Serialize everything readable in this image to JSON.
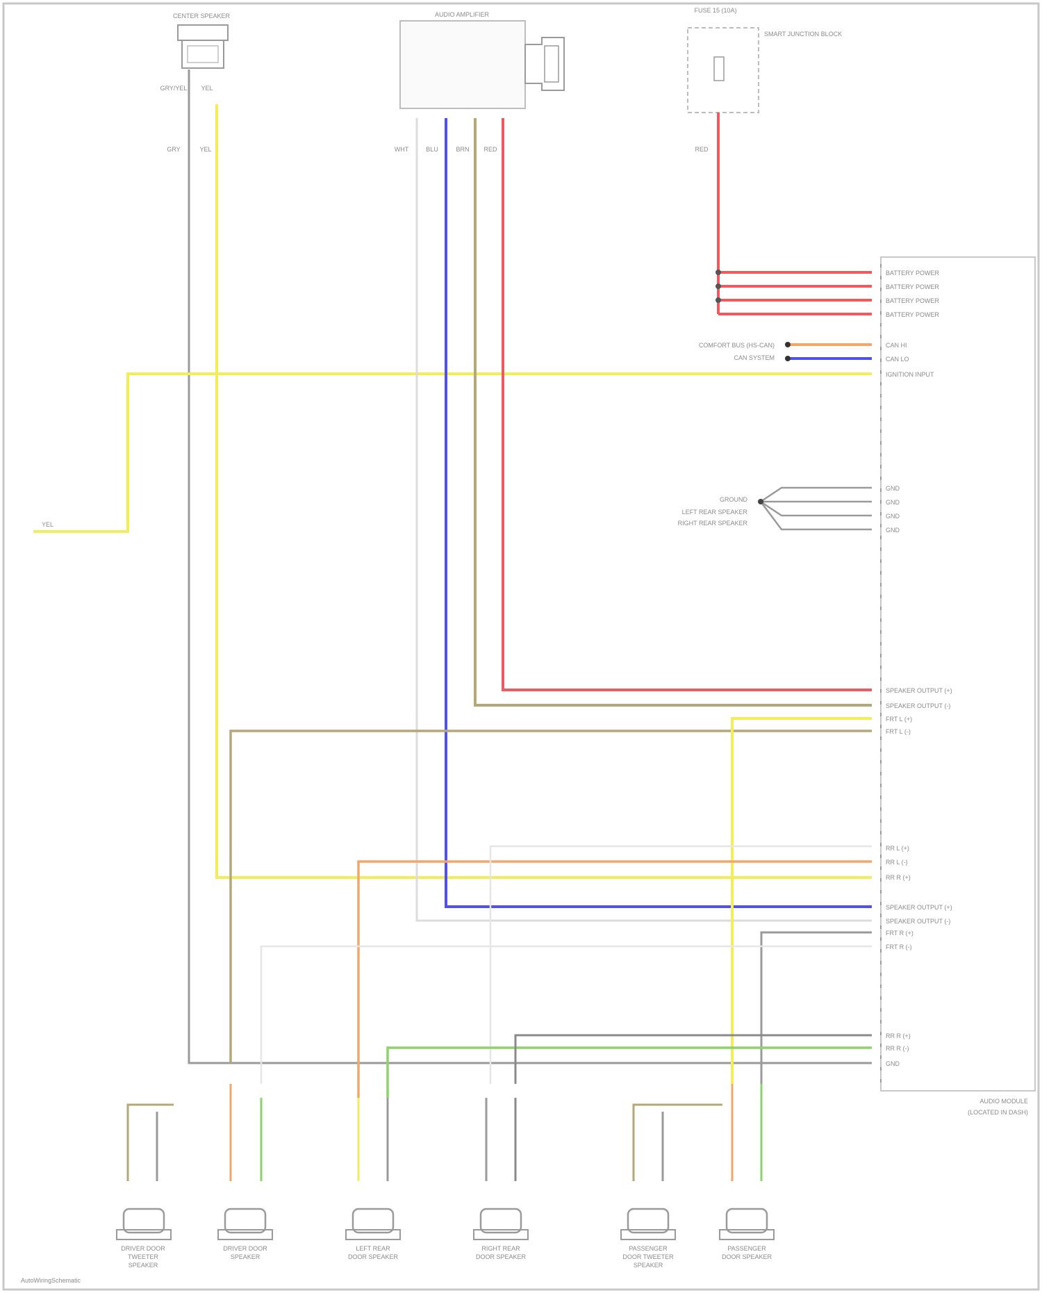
{
  "colors": {
    "frame": "#c8c8c8",
    "white_wire": "#dcdcdc",
    "gray_wire": "#9a9a9a",
    "yellow_wire": "#f2ee5a",
    "red_wire": "#ee5a60",
    "blue_wire": "#5050ee",
    "brown_wire": "#b4a878",
    "orange_wire": "#f4a66a",
    "green_wire": "#8ed26e",
    "text": "#8a8a8a"
  },
  "components": {
    "left_speaker_top": "CENTER SPEAKER",
    "amplifier": "AUDIO AMPLIFIER",
    "fuse_block": "FUSE 15 (10A)",
    "junction_block_note": "SMART JUNCTION BLOCK",
    "module": "AUDIO MODULE",
    "module_sub": "(LOCATED IN DASH)",
    "footer": "AutoWiringSchematic"
  },
  "wire_labels": {
    "left_top_a": "GRY/YEL",
    "left_top_b": "YEL",
    "left_mid_a": "GRY",
    "left_mid_b": "YEL",
    "amp_a": "WHT",
    "amp_b": "BLU",
    "amp_c": "BRN",
    "amp_d": "RED",
    "fuse_wire": "RED",
    "left_feed": "YEL"
  },
  "pin_labels": {
    "battery": [
      "BATTERY POWER",
      "BATTERY POWER",
      "BATTERY POWER",
      "BATTERY POWER"
    ],
    "can_labels": [
      "CAN HI",
      "CAN LO"
    ],
    "can_left": [
      "COMFORT BUS (HS-CAN)",
      "CAN SYSTEM"
    ],
    "ignition": "IGNITION INPUT",
    "ground_block": [
      "GND",
      "GND",
      "GND",
      "GND"
    ],
    "ground_left": [
      "GROUND",
      "LEFT REAR SPEAKER",
      "RIGHT REAR SPEAKER"
    ],
    "amp_out": [
      "SPEAKER OUTPUT (+)",
      "SPEAKER OUTPUT (-)"
    ],
    "speaker_rows_a": [
      "FRT L (+)",
      "FRT L (-)"
    ],
    "speaker_rows_b": [
      "RR L (+)",
      "RR L (-)",
      "RR R (+)"
    ],
    "speaker_rows_c": [
      "SPEAKER OUTPUT (+)",
      "SPEAKER OUTPUT (-)"
    ],
    "speaker_rows_d": [
      "FRT R (+)",
      "FRT R (-)"
    ],
    "speaker_rows_e": [
      "RR R (+)",
      "RR R (-)",
      "GND"
    ]
  },
  "speakers": [
    {
      "name_1": "DRIVER DOOR",
      "name_2": "TWEETER",
      "name_3": "SPEAKER"
    },
    {
      "name_1": "DRIVER DOOR",
      "name_2": "SPEAKER",
      "name_3": ""
    },
    {
      "name_1": "LEFT REAR",
      "name_2": "DOOR SPEAKER",
      "name_3": ""
    },
    {
      "name_1": "RIGHT REAR",
      "name_2": "DOOR SPEAKER",
      "name_3": ""
    },
    {
      "name_1": "PASSENGER",
      "name_2": "DOOR TWEETER",
      "name_3": "SPEAKER"
    },
    {
      "name_1": "PASSENGER",
      "name_2": "DOOR SPEAKER",
      "name_3": ""
    }
  ]
}
